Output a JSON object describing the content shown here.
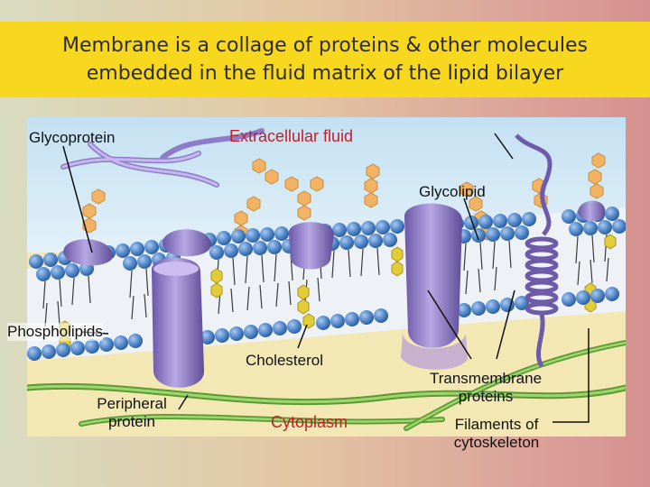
{
  "slide": {
    "title": "Membrane is a collage of proteins & other molecules embedded in the fluid matrix of the lipid bilayer"
  },
  "labels": {
    "glycoprotein": "Glycoprotein",
    "extracellular_fluid": "Extracellular fluid",
    "glycolipid": "Glycolipid",
    "phospholipids": "Phospholipids",
    "cholesterol": "Cholesterol",
    "peripheral_line1": "Peripheral",
    "peripheral_line2": "protein",
    "cytoplasm": "Cytoplasm",
    "transmembrane_line1": "Transmembrane",
    "transmembrane_line2": "proteins",
    "filaments_line1": "Filaments of",
    "filaments_line2": "cytoskeleton"
  },
  "colors": {
    "band": "#f8d71f",
    "label_accent": "#c0202a",
    "phospholipid_head": "#4f86c9",
    "protein": "#8a76c4",
    "cholesterol": "#e2cc38",
    "carbohydrate": "#f2b464",
    "cytoskeleton": "#6fb43f"
  }
}
